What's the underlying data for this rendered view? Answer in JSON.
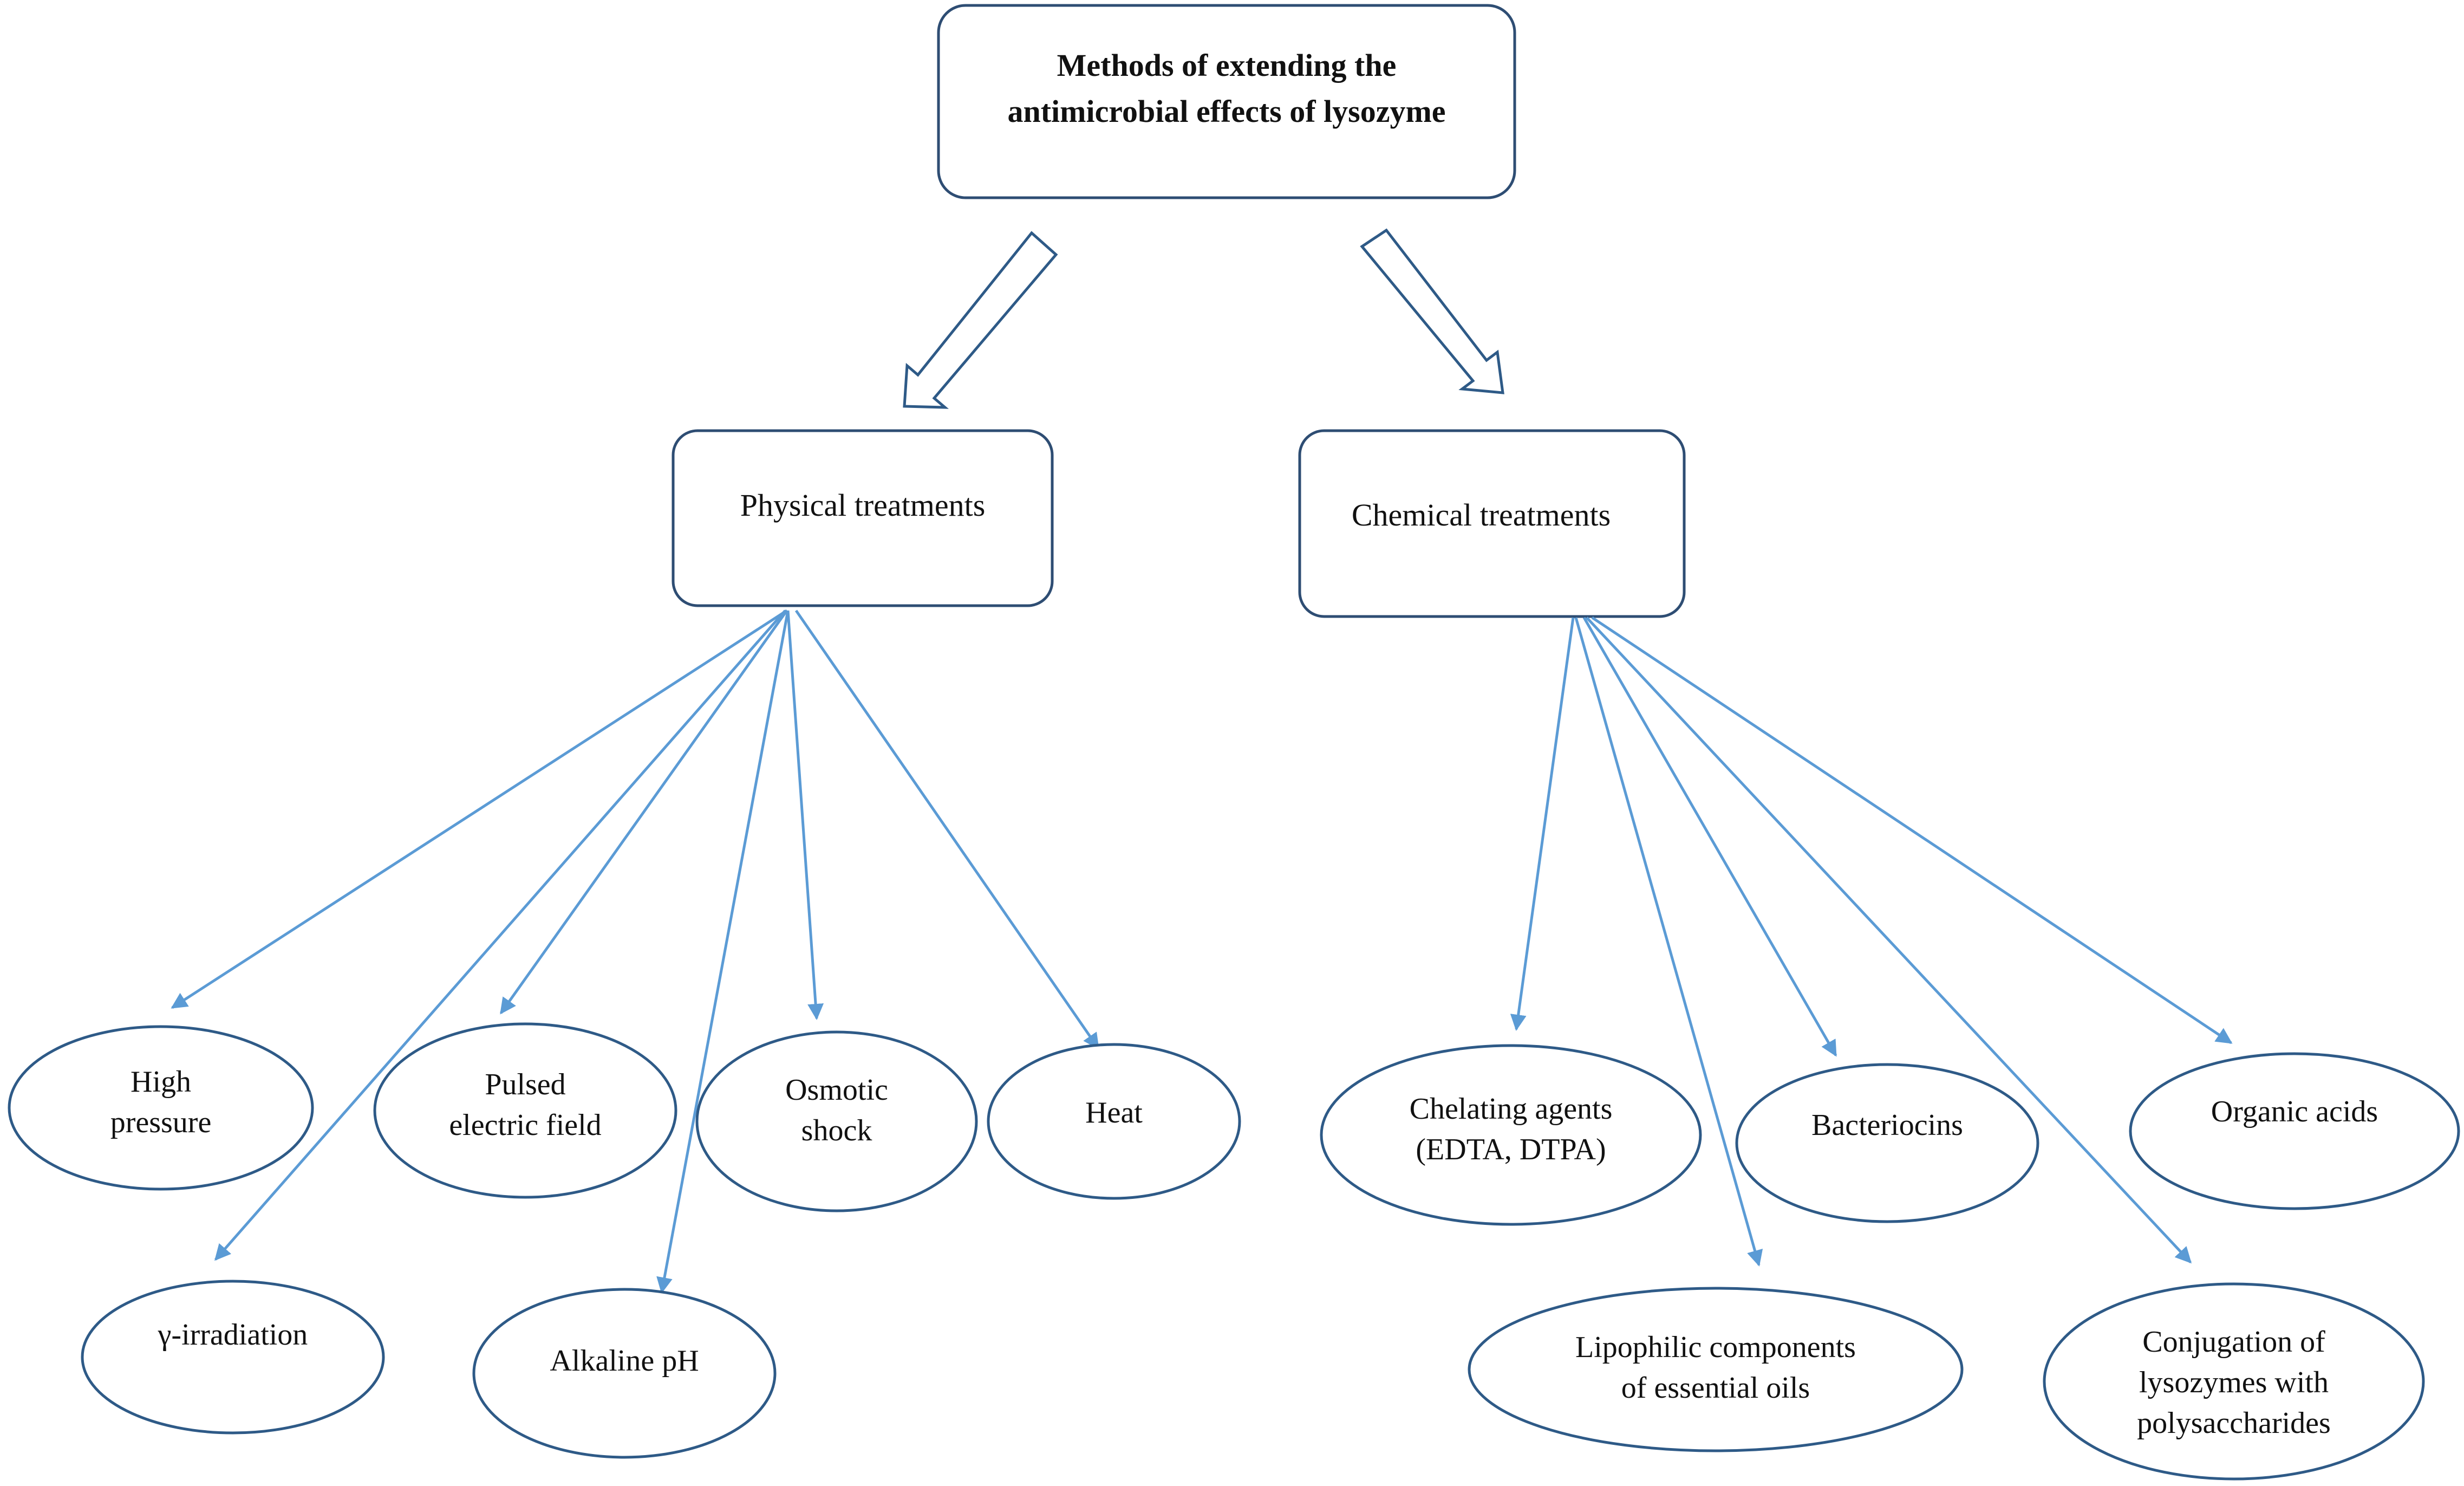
{
  "root": {
    "line1": "Methods of extending the",
    "line2": "antimicrobial effects of lysozyme"
  },
  "categories": {
    "physical": "Physical treatments",
    "chemical": "Chemical treatments"
  },
  "physical_methods": {
    "high_pressure": {
      "line1": "High",
      "line2": "pressure"
    },
    "pulsed_electric_field": {
      "line1": "Pulsed",
      "line2": "electric field"
    },
    "osmotic_shock": {
      "line1": "Osmotic",
      "line2": "shock"
    },
    "heat": {
      "line1": "Heat"
    },
    "gamma_irradiation": {
      "line1": "γ-irradiation"
    },
    "alkaline_ph": {
      "line1": "Alkaline pH"
    }
  },
  "chemical_methods": {
    "chelating_agents": {
      "line1": "Chelating agents",
      "line2": "(EDTA, DTPA)"
    },
    "bacteriocins": {
      "line1": "Bacteriocins"
    },
    "organic_acids": {
      "line1": "Organic acids"
    },
    "lipophilic_components": {
      "line1": "Lipophilic components",
      "line2": "of essential oils"
    },
    "conjugation": {
      "line1": "Conjugation of",
      "line2": "lysozymes with",
      "line3": "polysaccharides"
    }
  },
  "colors": {
    "connector": "#5b9bd5",
    "box_border": "#2e4d73"
  }
}
